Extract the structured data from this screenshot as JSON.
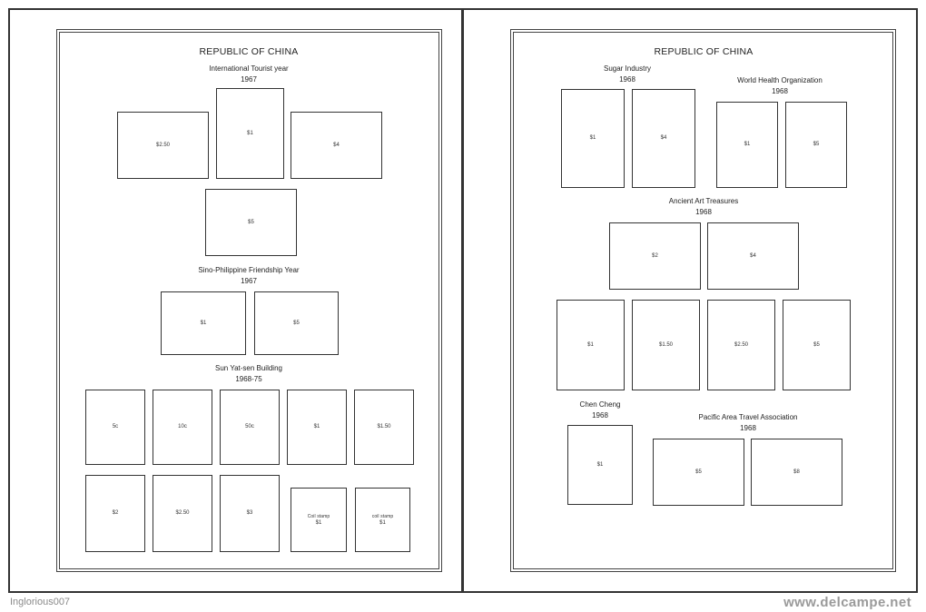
{
  "left_page": {
    "title": "REPUBLIC OF CHINA",
    "sections": [
      {
        "heading": "International Tourist year",
        "year": "1967",
        "stamps": [
          "$2.50",
          "$1",
          "$4",
          "$5"
        ]
      },
      {
        "heading": "Sino-Philippine Friendship Year",
        "year": "1967",
        "stamps": [
          "$1",
          "$5"
        ]
      },
      {
        "heading": "Sun Yat-sen Building",
        "year": "1968-75",
        "stamps": [
          "5c",
          "10c",
          "50c",
          "$1",
          "$1.50",
          "$2",
          "$2.50",
          "$3"
        ],
        "coil_stamps": [
          {
            "label": "Coil stamp",
            "value": "$1"
          },
          {
            "label": "coil stamp",
            "value": "$1"
          }
        ]
      }
    ]
  },
  "right_page": {
    "title": "REPUBLIC OF CHINA",
    "sections": [
      {
        "heading": "Sugar Industry",
        "year": "1968",
        "stamps": [
          "$1",
          "$4"
        ]
      },
      {
        "heading": "World Health Organization",
        "year": "1968",
        "stamps": [
          "$1",
          "$5"
        ]
      },
      {
        "heading": "Ancient Art Treasures",
        "year": "1968",
        "stamps": [
          "$2",
          "$4",
          "$1",
          "$1.50",
          "$2.50",
          "$5"
        ]
      },
      {
        "heading": "Chen Cheng",
        "year": "1968",
        "stamps": [
          "$1"
        ]
      },
      {
        "heading": "Pacific Area Travel Association",
        "year": "1968",
        "stamps": [
          "$5",
          "$8"
        ]
      }
    ]
  },
  "footer": {
    "seller": "Inglorious007",
    "watermark": "www.delcampe.net"
  }
}
